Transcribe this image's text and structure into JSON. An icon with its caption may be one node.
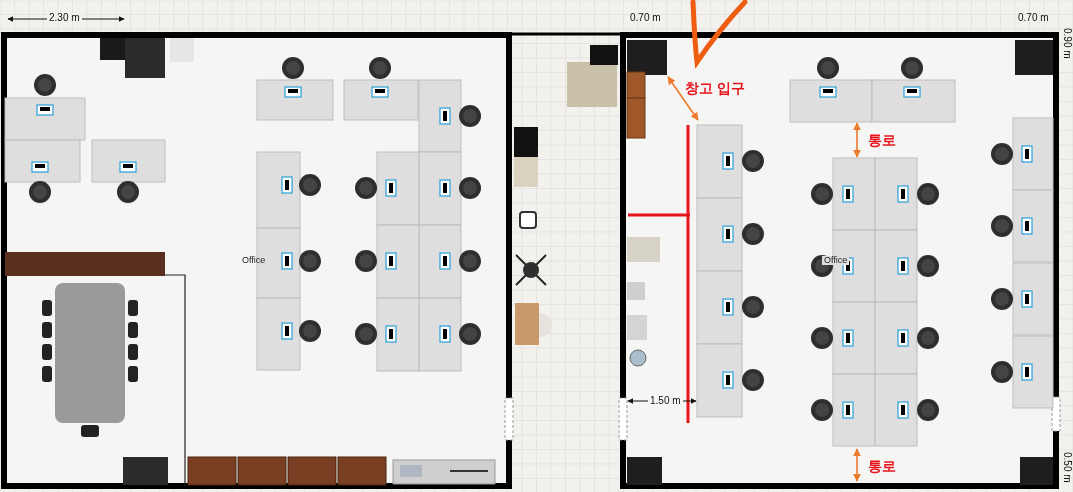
{
  "diagram": {
    "labels": [
      "2.30 m",
      "0.70 m",
      "0.70 m",
      "0.90 m",
      "창고 입구",
      "통로",
      "Office",
      "Office",
      "1.50 m",
      "통로",
      "0.50 m"
    ]
  }
}
